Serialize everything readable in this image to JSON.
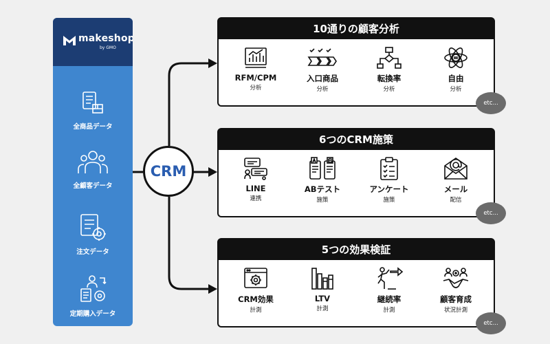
{
  "brand": {
    "name": "makeshop",
    "sub": "by GMO"
  },
  "sources": [
    {
      "label": "全商品データ",
      "icon": "product-data-icon"
    },
    {
      "label": "全顧客データ",
      "icon": "customers-icon"
    },
    {
      "label": "注文データ",
      "icon": "order-data-icon"
    },
    {
      "label": "定期購入データ",
      "icon": "subscription-data-icon"
    }
  ],
  "center": {
    "label": "CRM"
  },
  "sections": [
    {
      "title": "10通りの顧客分析",
      "items": [
        {
          "title": "RFM/CPM",
          "sub": "分析",
          "icon": "chart-analysis-icon"
        },
        {
          "title": "入口商品",
          "sub": "分析",
          "icon": "flow-checklist-icon"
        },
        {
          "title": "転換率",
          "sub": "分析",
          "icon": "flowchart-icon"
        },
        {
          "title": "自由",
          "sub": "分析",
          "icon": "atom-icon"
        }
      ],
      "etc": "etc..."
    },
    {
      "title": "6つのCRM施策",
      "items": [
        {
          "title": "LINE",
          "sub": "連携",
          "icon": "chat-icon"
        },
        {
          "title": "ABテスト",
          "sub": "施策",
          "icon": "ab-test-icon"
        },
        {
          "title": "アンケート",
          "sub": "施策",
          "icon": "clipboard-survey-icon"
        },
        {
          "title": "メール",
          "sub": "配信",
          "icon": "mail-icon"
        }
      ],
      "etc": "etc..."
    },
    {
      "title": "5つの効果検証",
      "items": [
        {
          "title": "CRM効果",
          "sub": "計測",
          "icon": "settings-window-icon"
        },
        {
          "title": "LTV",
          "sub": "計測",
          "icon": "bar-columns-icon"
        },
        {
          "title": "継続率",
          "sub": "計測",
          "icon": "running-person-icon"
        },
        {
          "title": "顧客育成",
          "sub": "状況計測",
          "icon": "handshake-icon"
        }
      ],
      "etc": "etc..."
    }
  ]
}
